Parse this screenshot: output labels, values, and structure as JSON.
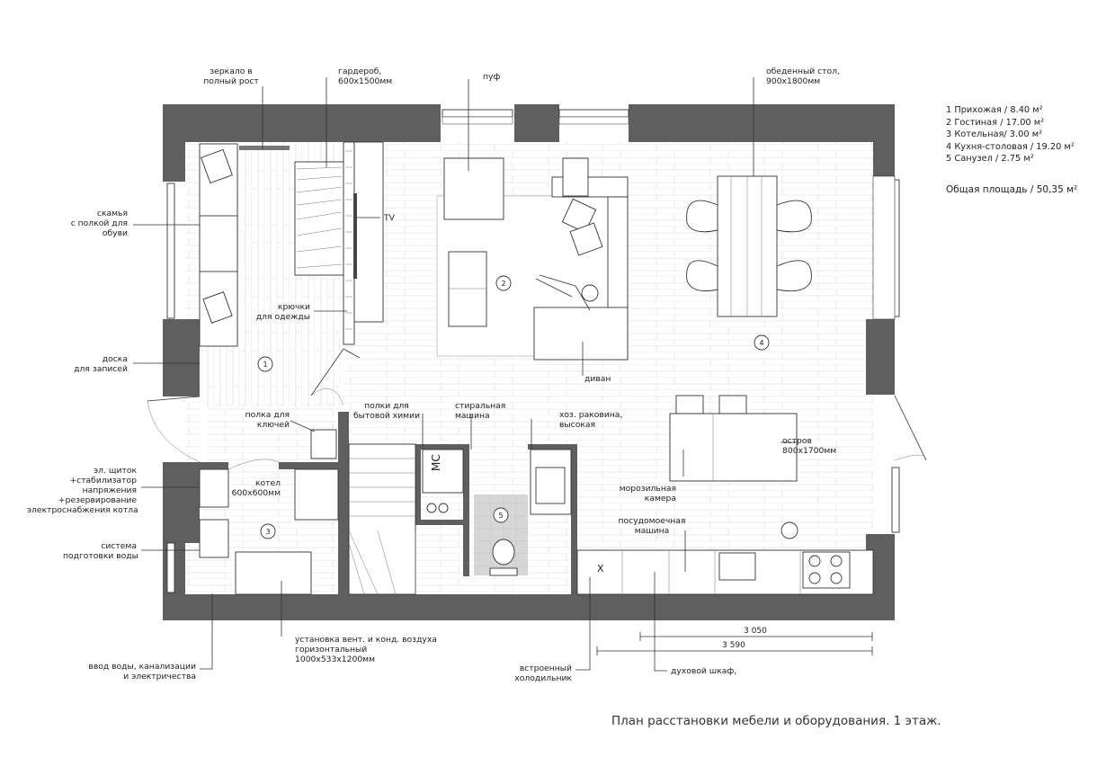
{
  "labels": {
    "mirror": [
      "зеркало в",
      "полный рост"
    ],
    "wardrobe": [
      "гардероб,",
      "600x1500мм"
    ],
    "pouf": "пуф",
    "dining_table": [
      "обеденный стол,",
      "900x1800мм"
    ],
    "bench": [
      "скамья",
      "с полкой для",
      "обуви"
    ],
    "tv": "TV",
    "hooks": [
      "крючки",
      "для одежды"
    ],
    "board": [
      "доска",
      "для записей"
    ],
    "key_shelf": [
      "полка для",
      "ключей"
    ],
    "chem_shelves": [
      "полки для",
      "бытовой химии"
    ],
    "washer": [
      "стиральная",
      "машина"
    ],
    "sink": [
      "хоз. раковина,",
      "высокая"
    ],
    "sofa": "диван",
    "island": [
      "остров",
      "800x1700мм"
    ],
    "freezer": [
      "морозильная",
      "камера"
    ],
    "dishwasher": [
      "посудомоечная",
      "машина"
    ],
    "panel": [
      "эл. щиток",
      "+стабилизатор",
      "напряжения",
      "+резервирование",
      "электроснабжения котла"
    ],
    "boiler": [
      "котел",
      "600x600мм"
    ],
    "water_system": [
      "система",
      "подготовки воды"
    ],
    "inputs": [
      "ввод воды, канализации",
      "и электричества"
    ],
    "ventilation": [
      "установка вент. и конд. воздуха",
      "горизонтальный",
      "1000x533x1200мм"
    ],
    "fridge": [
      "встроенный",
      "холодильник"
    ],
    "oven": "духовой шкаф,",
    "mc": "MC",
    "x_mark": "X"
  },
  "rooms": [
    {
      "num": "1",
      "legend": "1 Прихожая / 8.40 м²"
    },
    {
      "num": "2",
      "legend": "2 Гостиная / 17.00 м²"
    },
    {
      "num": "3",
      "legend": "3 Котельная/ 3.00 м²"
    },
    {
      "num": "4",
      "legend": "4 Кухня-столовая / 19.20 м²"
    },
    {
      "num": "5",
      "legend": "5 Санузел / 2.75 м²"
    }
  ],
  "total_area": "Общая площадь  / 50,35 м²",
  "dimensions": [
    "3 050",
    "3 590"
  ],
  "title": "План расстановки мебели и оборудования. 1 этаж."
}
